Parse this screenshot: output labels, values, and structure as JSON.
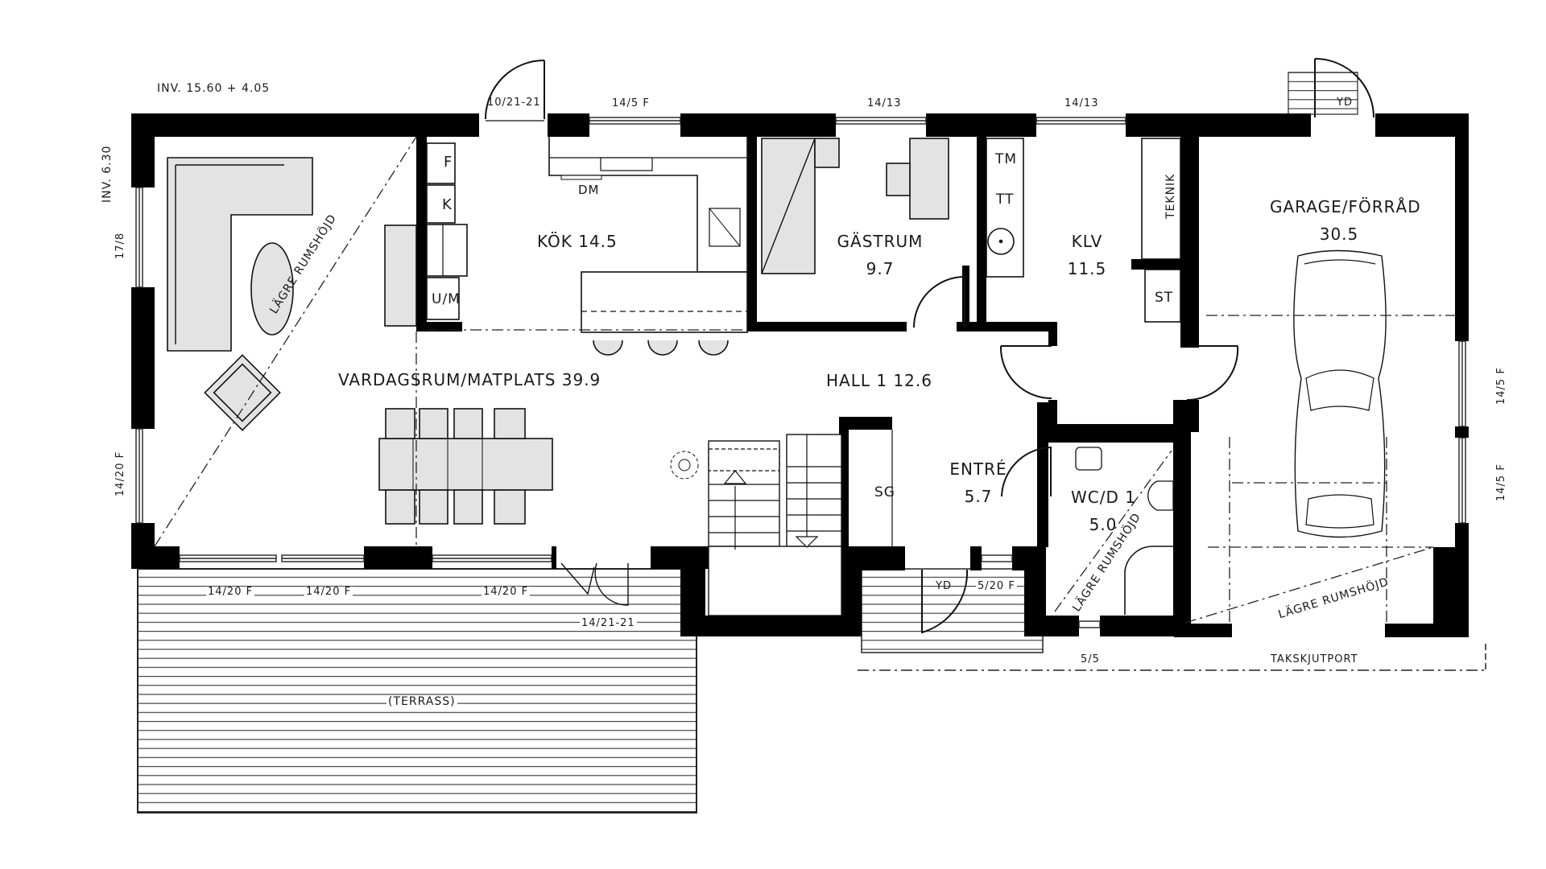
{
  "plan": {
    "title_top": "INV. 15.60 + 4.05",
    "title_side": "INV. 6.30",
    "colors": {
      "wall": "#000000",
      "furniture": "#e3e3e3",
      "line": "#1a1a1a",
      "background": "#ffffff"
    }
  },
  "rooms": {
    "living": {
      "name": "VARDAGSRUM/MATPLATS",
      "area": "39.9"
    },
    "kitchen": {
      "name": "KÖK",
      "area": "14.5"
    },
    "guest": {
      "name": "GÄSTRUM",
      "area": "9.7"
    },
    "laundry": {
      "name": "KLV",
      "area": "11.5"
    },
    "garage": {
      "name": "GARAGE/FÖRRÅD",
      "area": "30.5"
    },
    "hall": {
      "name": "HALL 1",
      "area": "12.6"
    },
    "entry": {
      "name": "ENTRÉ",
      "area": "5.7"
    },
    "wc": {
      "name": "WC/D 1",
      "area": "5.0"
    },
    "terrace": {
      "name": "(TERRASS)"
    }
  },
  "fixtures": {
    "fridge": "F",
    "freezer": "K",
    "oven_micro": "U/M",
    "dishwasher": "DM",
    "washer": "TM",
    "dryer": "TT",
    "technical": "TEKNIK",
    "cleaning_closet": "ST",
    "wardrobe": "SG"
  },
  "annotations": {
    "lower_ceiling": "LÄGRE RUMSHÖJD",
    "garage_door": "TAKSKJUTPORT"
  },
  "doors": {
    "top_kitchen": "10/21-21",
    "garage_exterior": "YD",
    "main_entry": "YD",
    "terrace_door": "14/21-21"
  },
  "windows": {
    "kitchen_top": "14/5 F",
    "guest_top": "14/13",
    "klv_top": "14/13",
    "left_upper": "17/8",
    "left_lower": "14/20 F",
    "bottom_1": "14/20 F",
    "bottom_2": "14/20 F",
    "bottom_3": "14/20 F",
    "entry_side": "5/20 F",
    "wc_bottom": "5/5",
    "garage_right_upper": "14/5 F",
    "garage_right_lower": "14/5 F"
  }
}
